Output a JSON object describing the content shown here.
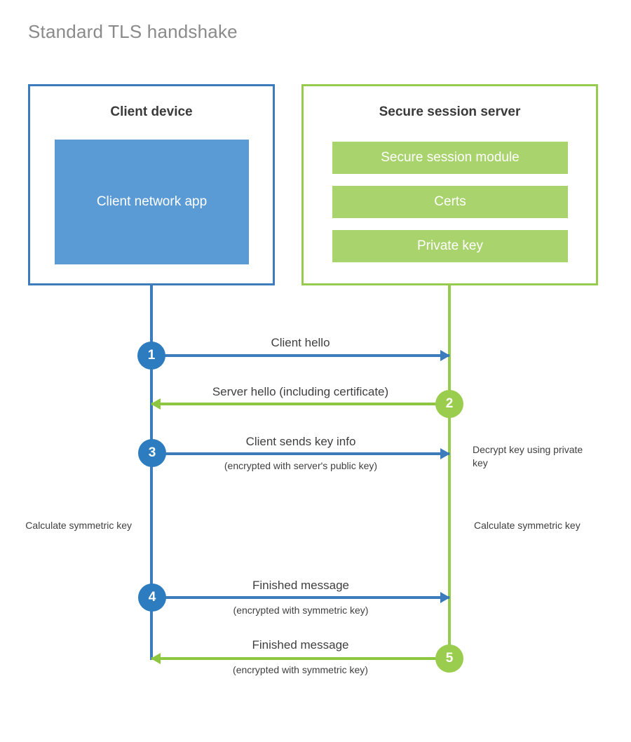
{
  "title": "Standard TLS handshake",
  "colors": {
    "client_accent": "#3c7cbd",
    "client_block": "#5b9bd5",
    "client_circle": "#2d7cbf",
    "server_accent": "#96cb4f",
    "server_block": "#a9d36d",
    "server_circle": "#9acd4e",
    "arrow_blue": "#3c7cbd",
    "arrow_green": "#8dc63f",
    "title_text": "#8a8a8a",
    "body_text": "#3f3f3f",
    "background": "#ffffff"
  },
  "client": {
    "title": "Client device",
    "app_label": "Client network app"
  },
  "server": {
    "title": "Secure session server",
    "blocks": [
      {
        "label": "Secure session module"
      },
      {
        "label": "Certs"
      },
      {
        "label": "Private key"
      }
    ]
  },
  "steps": [
    {
      "number": "1",
      "direction": "client-to-server",
      "label": "Client hello",
      "sublabel": ""
    },
    {
      "number": "2",
      "direction": "server-to-client",
      "label": "Server hello (including certificate)",
      "sublabel": ""
    },
    {
      "number": "3",
      "direction": "client-to-server",
      "label": "Client sends key info",
      "sublabel": "(encrypted with server's public key)"
    },
    {
      "number": "4",
      "direction": "client-to-server",
      "label": "Finished message",
      "sublabel": "(encrypted with symmetric key)"
    },
    {
      "number": "5",
      "direction": "server-to-client",
      "label": "Finished message",
      "sublabel": "(encrypted with symmetric key)"
    }
  ],
  "annotations": {
    "server_decrypt": "Decrypt key using private key",
    "client_calculate": "Calculate symmetric key",
    "server_calculate": "Calculate symmetric key"
  }
}
